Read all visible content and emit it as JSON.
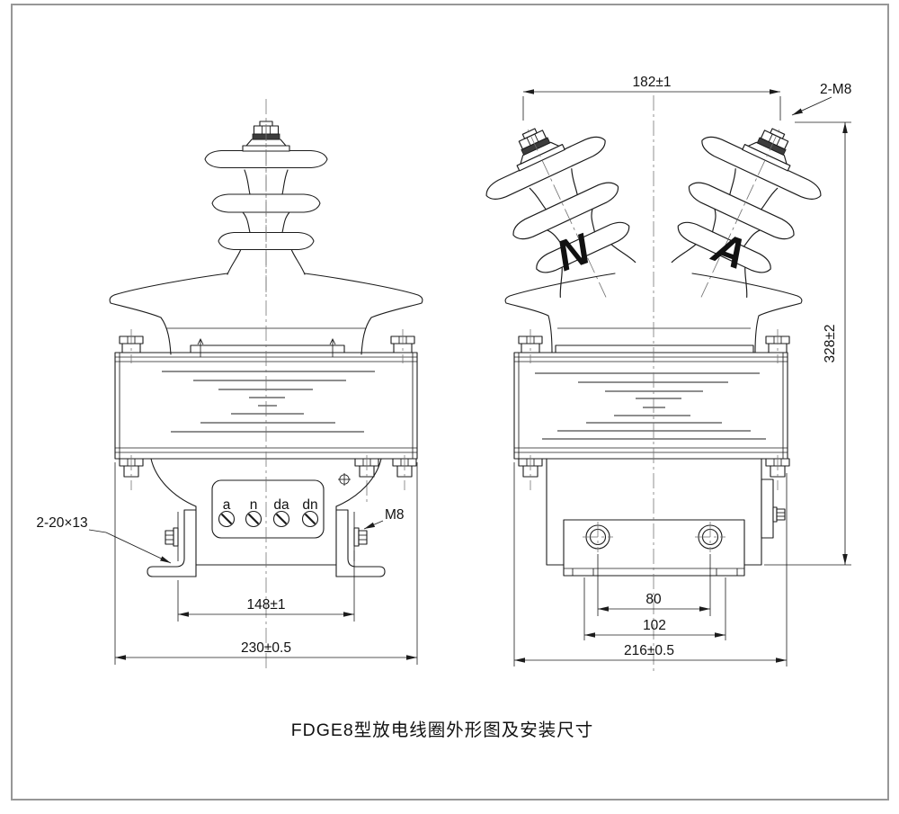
{
  "drawing": {
    "caption": "FDGE8型放电线圈外形图及安装尺寸"
  },
  "front_view": {
    "bracket_slot_label": "2-20×13",
    "bracket_bolt_label": "M8",
    "terminals": [
      "a",
      "n",
      "da",
      "dn"
    ],
    "dim_bracket_span": "148±1",
    "dim_overall_width": "230±0.5"
  },
  "side_view": {
    "dim_stud_span": "182±1",
    "stud_label": "2-M8",
    "dim_height": "328±2",
    "dim_bolt_span": "80",
    "dim_slot_span": "102",
    "dim_overall_width": "216±0.5",
    "phase_n": "N",
    "phase_a": "A"
  }
}
